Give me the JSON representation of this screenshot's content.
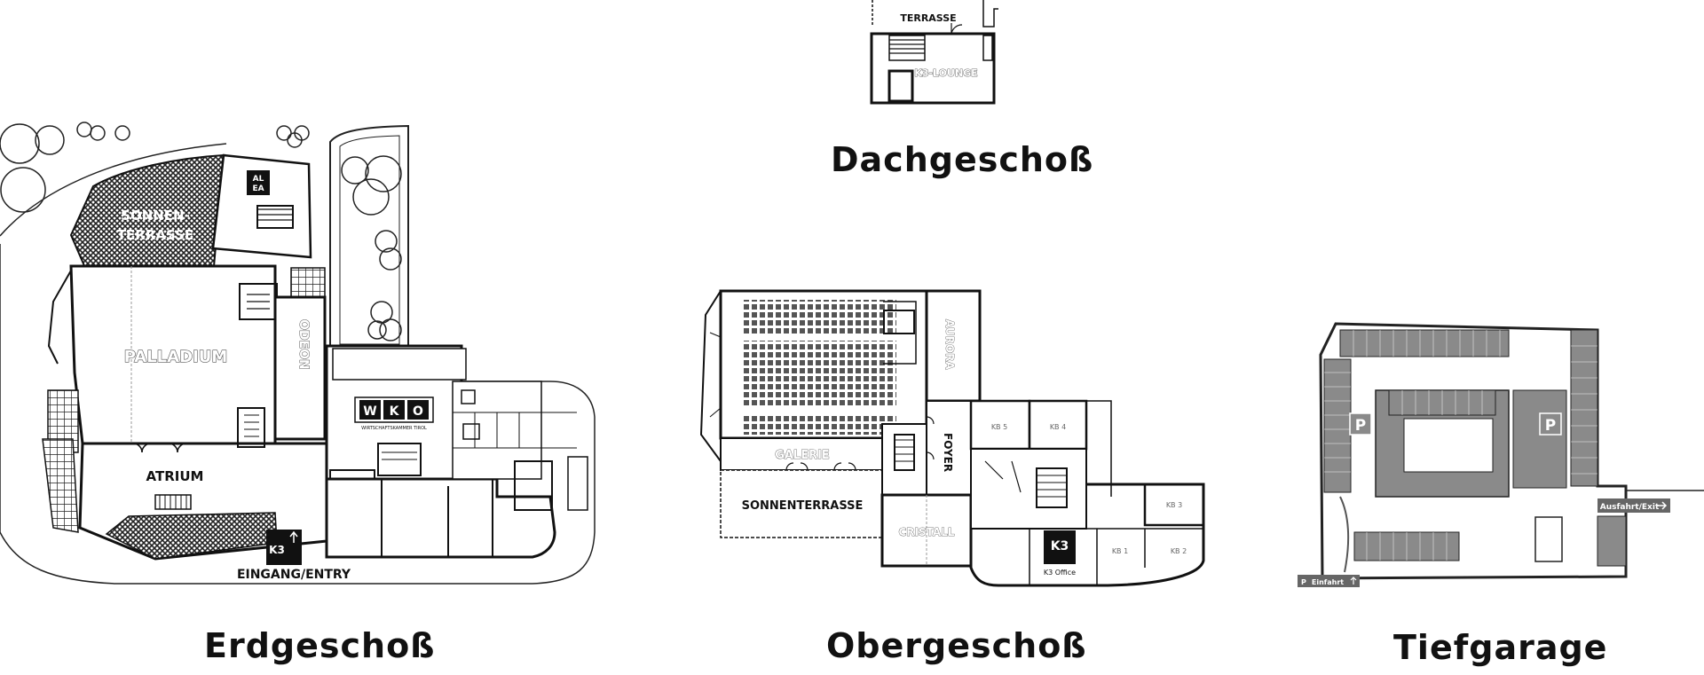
{
  "floors": {
    "ground": {
      "title": "Erdgeschoß",
      "rooms": {
        "sonnenterrasse_l1": "SONNEN-",
        "sonnenterrasse_l2": "TERRASSE",
        "palladium": "PALLADIUM",
        "odeon": "ODEON",
        "atrium": "ATRIUM",
        "entry": "EINGANG/ENTRY"
      },
      "alea_logo": "ALEA",
      "k3_logo": "K3",
      "wko": {
        "letters": "WKO",
        "subtitle": "WIRTSCHAFTSKAMMER TIROL"
      }
    },
    "roof": {
      "title": "Dachgeschoß",
      "rooms": {
        "terrasse": "TERRASSE",
        "lounge": "K3-LOUNGE"
      }
    },
    "upper": {
      "title": "Obergeschoß",
      "rooms": {
        "aurora": "AURORA",
        "galerie": "GALERIE",
        "sonnenterrasse": "SONNENTERRASSE",
        "foyer": "FOYER",
        "cristall": "CRISTALL",
        "kb5": "KB 5",
        "kb4": "KB 4",
        "kb3": "KB 3",
        "kb1": "KB 1",
        "kb2": "KB 2",
        "office": "K3 Office"
      },
      "k3_logo": "K3"
    },
    "garage": {
      "title": "Tiefgarage",
      "exit_label": "Ausfahrt/Exit",
      "entry_label": "Einfahrt",
      "parking_symbol": "P"
    }
  },
  "icons": [
    "tree-icon",
    "arrow-right-icon",
    "arrow-up-icon",
    "parking-icon",
    "door-icon"
  ],
  "colors": {
    "wall": "#1a1a1a",
    "hatch": "#222222",
    "garage_fill": "#8a8a8a",
    "background": "#ffffff"
  }
}
